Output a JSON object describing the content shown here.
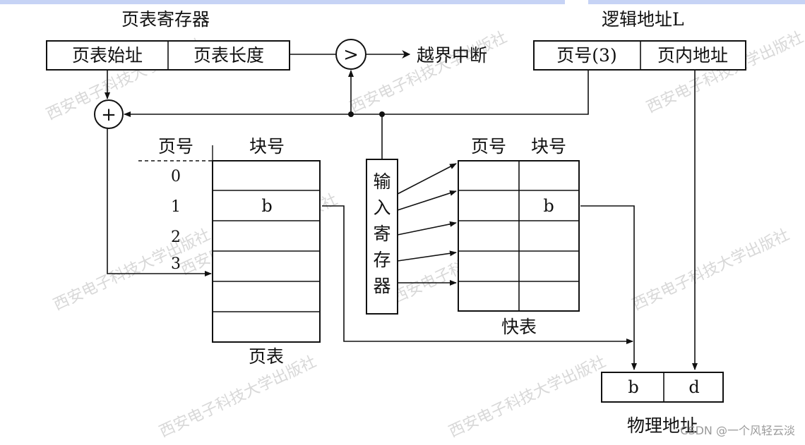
{
  "labels": {
    "page_table_register": "页表寄存器",
    "page_table_start": "页表始址",
    "page_table_length": "页表长度",
    "out_of_bounds": "越界中断",
    "logical_address": "逻辑地址L",
    "page_number": "页号(3)",
    "page_offset": "页内地址",
    "col_page": "页号",
    "col_block": "块号",
    "page_table": "页表",
    "tlb_col_page": "页号",
    "tlb_col_block": "块号",
    "tlb": "快表",
    "physical_address": "物理地址",
    "compare_symbol": ">",
    "add_symbol": "+"
  },
  "page_table": {
    "indices": [
      "0",
      "1",
      "2",
      "3"
    ],
    "block_b": "b"
  },
  "input_register": [
    "输",
    "入",
    "寄",
    "存",
    "器"
  ],
  "tlb_block_b": "b",
  "physical": {
    "block": "b",
    "offset": "d"
  },
  "watermark": "西安电子科技大学出版社",
  "credit": "CSDN @一个风轻云淡"
}
